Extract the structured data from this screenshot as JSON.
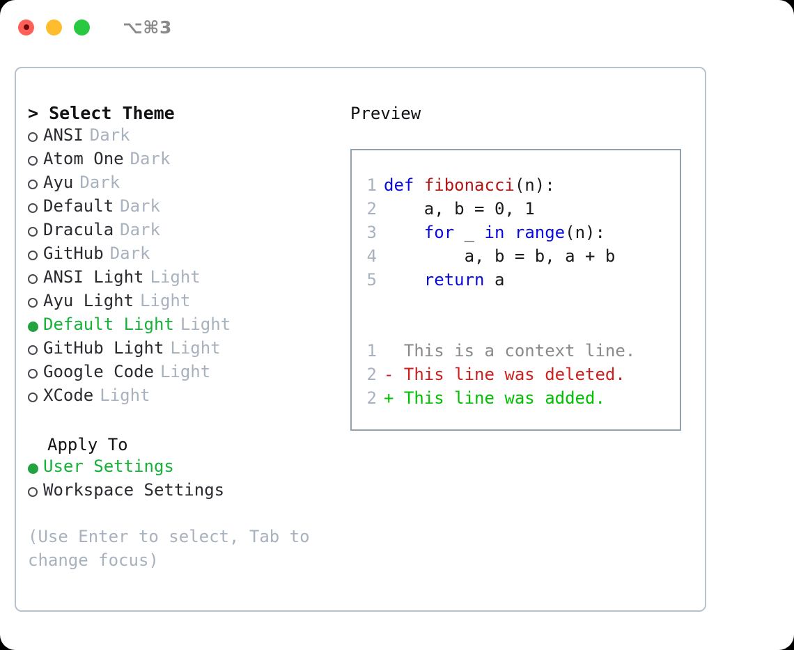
{
  "titlebar": {
    "shortcut": "⌥⌘3",
    "buttons": [
      {
        "name": "close",
        "color": "#ff5f57"
      },
      {
        "name": "minimize",
        "color": "#ffbd2e"
      },
      {
        "name": "maximize",
        "color": "#28c840"
      }
    ]
  },
  "theme_list": {
    "header": "> Select Theme",
    "items": [
      {
        "name": "ANSI",
        "badge": "Dark",
        "selected": false
      },
      {
        "name": "Atom One",
        "badge": "Dark",
        "selected": false
      },
      {
        "name": "Ayu",
        "badge": "Dark",
        "selected": false
      },
      {
        "name": "Default",
        "badge": "Dark",
        "selected": false
      },
      {
        "name": "Dracula",
        "badge": "Dark",
        "selected": false
      },
      {
        "name": "GitHub",
        "badge": "Dark",
        "selected": false
      },
      {
        "name": "ANSI Light",
        "badge": "Light",
        "selected": false
      },
      {
        "name": "Ayu Light",
        "badge": "Light",
        "selected": false
      },
      {
        "name": "Default Light",
        "badge": "Light",
        "selected": true
      },
      {
        "name": "GitHub Light",
        "badge": "Light",
        "selected": false
      },
      {
        "name": "Google Code",
        "badge": "Light",
        "selected": false
      },
      {
        "name": "XCode",
        "badge": "Light",
        "selected": false
      }
    ]
  },
  "apply_to": {
    "header": "Apply To",
    "options": [
      {
        "label": "User Settings",
        "selected": true
      },
      {
        "label": "Workspace Settings",
        "selected": false
      }
    ]
  },
  "hint": "(Use Enter to select, Tab to change focus)",
  "preview": {
    "title": "Preview",
    "code_lines": [
      {
        "no": "1",
        "text": "def fibonacci(n):"
      },
      {
        "no": "2",
        "text": "    a, b = 0, 1"
      },
      {
        "no": "3",
        "text": "    for _ in range(n):"
      },
      {
        "no": "4",
        "text": "        a, b = b, a + b"
      },
      {
        "no": "5",
        "text": "    return a"
      }
    ],
    "diff_lines": [
      {
        "no": "1",
        "marker": "  ",
        "text": "This is a context line.",
        "kind": "context"
      },
      {
        "no": "2",
        "marker": "- ",
        "text": "This line was deleted.",
        "kind": "deleted"
      },
      {
        "no": "2",
        "marker": "+ ",
        "text": "This line was added.",
        "kind": "added"
      }
    ]
  },
  "colors": {
    "accent_green": "#17b038",
    "selected_dot": "#22a33f",
    "badge_gray": "#a8b2be",
    "panel_border": "#b8c2cc",
    "preview_border": "#93a1ad",
    "keyword_blue": "#0a0ae0",
    "function_red": "#b41616",
    "diff_deleted": "#cc2020",
    "diff_added": "#00c000"
  }
}
